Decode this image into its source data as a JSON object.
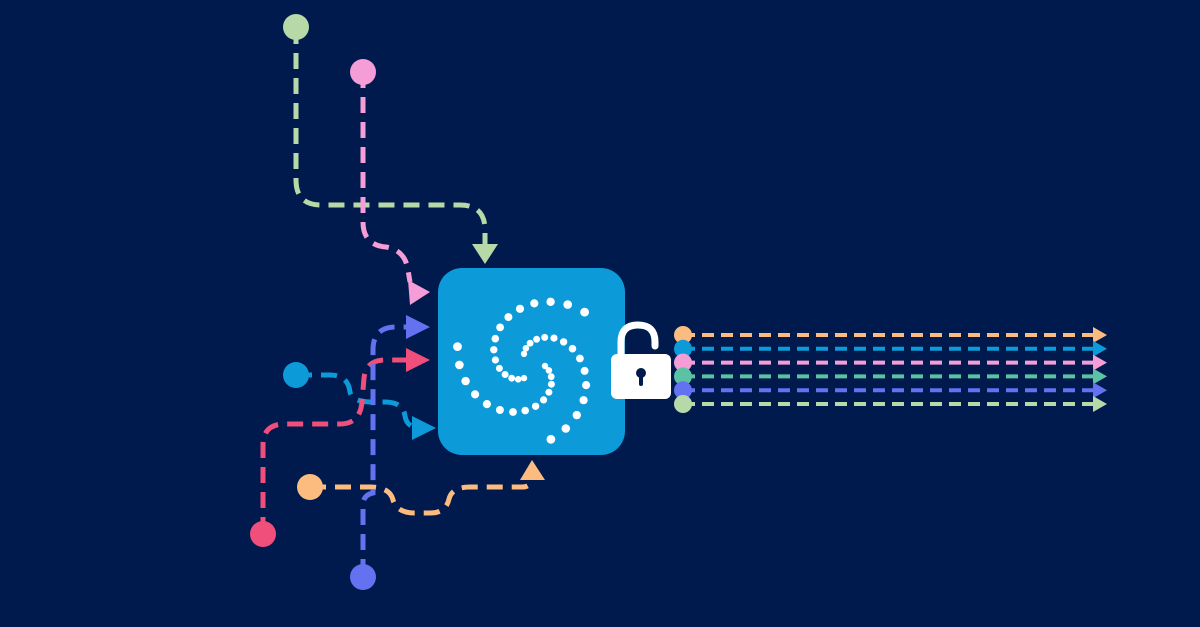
{
  "colors": {
    "background": "#001a4d",
    "hub": "#0d9ad9",
    "hub_dots": "#ffffff",
    "lock_body": "#ffffff",
    "lock_shackle": "#ffffff",
    "lock_keyhole": "#001a4d",
    "green": "#b7d9a8",
    "pink": "#f59dd6",
    "blue": "#0d9ad9",
    "red": "#f04e7b",
    "orange": "#fdbc7f",
    "indigo": "#6272f0",
    "teal": "#5bc2a3"
  },
  "icons": {
    "hub": "swirl-dots-logo-icon",
    "lock": "unlocked-padlock-icon"
  },
  "diagram": {
    "inputs": [
      {
        "name": "green-input",
        "color": "green"
      },
      {
        "name": "pink-input",
        "color": "pink"
      },
      {
        "name": "blue-input",
        "color": "blue"
      },
      {
        "name": "red-input",
        "color": "red"
      },
      {
        "name": "orange-input",
        "color": "orange"
      },
      {
        "name": "indigo-input",
        "color": "indigo"
      }
    ],
    "outputs": [
      {
        "name": "orange-output",
        "color": "orange"
      },
      {
        "name": "blue-output",
        "color": "blue"
      },
      {
        "name": "pink-output",
        "color": "pink"
      },
      {
        "name": "teal-output",
        "color": "teal"
      },
      {
        "name": "indigo-output",
        "color": "indigo"
      },
      {
        "name": "green-output",
        "color": "green"
      }
    ]
  }
}
